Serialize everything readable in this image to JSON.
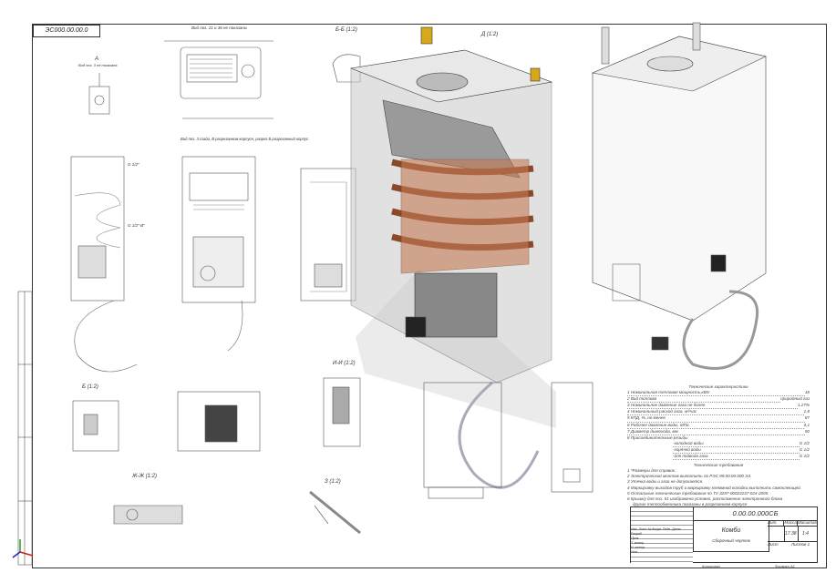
{
  "drawing": {
    "stamp_code": "ЭС000.00.00.0",
    "view_labels": {
      "a": "А",
      "a_sub": "Вид поз. 3 не показана",
      "top_view": "Вид поз. 21 и 36 не показаны",
      "bb": "Б-Б (1:2)",
      "d": "Д (1:2)",
      "front_note": "Вид поз. 3 сзади, В разрезанном корпусе, разрез Б разрезанный корпус",
      "b": "Б (1:2)",
      "zhzh": "Ж-Ж (1:2)",
      "ii": "И-И (1:2)",
      "z": "З (1:2)",
      "dim_g": "G 1/2\"",
      "dim_g2": "G 1/2\"-B\""
    },
    "specs": {
      "title": "Технические характеристики",
      "items": [
        {
          "k": "1 Номинальная тепловая мощность,кВт",
          "v": "18"
        },
        {
          "k": "2 Вид топлива",
          "v": "природный газ"
        },
        {
          "k": "3 Номинальное давление газа не более",
          "v": "1,27%"
        },
        {
          "k": "4 Номинальный расход газа, м³/час",
          "v": "1,8"
        },
        {
          "k": "5 КПД, %, не менее",
          "v": "87"
        },
        {
          "k": "6 Рабочее давление воды, МПа",
          "v": "0,1"
        },
        {
          "k": "7 Диаметр дымохода, мм",
          "v": "90"
        }
      ],
      "threads_title": "8 Присоединительные резьбы",
      "threads": [
        {
          "k": "-холодной воды",
          "v": "G 1/2"
        },
        {
          "k": "-горячей воды",
          "v": "G 1/2"
        },
        {
          "k": "-для подвода газа",
          "v": "G 1/2"
        }
      ]
    },
    "requirements": {
      "title": "Технические требования",
      "items": [
        "1 *Размеры для справок.",
        "2 Электрический монтаж выполнить по РЭС 99.00.00.000 Э3.",
        "3 Утечка воды и газа не допускается.",
        "4 Маркировку выходов труб и маркировку клеммной колодки выполнить самоклеющей.",
        "5 Остальные технические требования по ТУ 3297-00023237-024-2005.",
        "6 Крышку для поз. 51 изображена условно, расположение электронного блока",
        "другие теплообменника показаны в разрезанном корпусе"
      ]
    },
    "title_block": {
      "code": "0.00.00.000СБ",
      "name": "Комби",
      "doc_type": "Сборочный чертеж",
      "lit_label": "Лит.",
      "mass_label": "Масса",
      "scale_label": "Масштаб",
      "mass": "17.38",
      "scale": "1:4",
      "sheet_label": "Лист",
      "sheets_label": "Листов 1",
      "footer_copy": "Копировал",
      "footer_format": "Формат А1",
      "roles": [
        "Изм.",
        "Лист",
        "№ докум.",
        "Подп.",
        "Дата",
        "Разраб.",
        "Пров.",
        "Т. контр.",
        "Н. контр.",
        "Утв."
      ]
    }
  }
}
